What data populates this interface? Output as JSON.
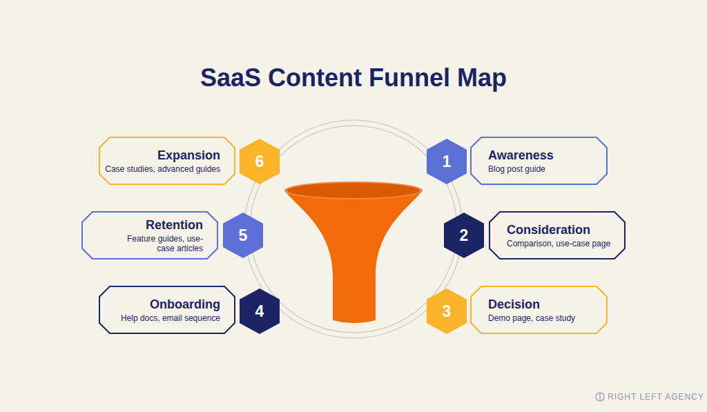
{
  "diagram": {
    "title": "SaaS Content Funnel Map",
    "nodes": [
      {
        "text": [
          "1"
        ]
      },
      {
        "text": [
          "Awareness",
          "Blog post guide"
        ]
      },
      {
        "text": [
          "2"
        ]
      },
      {
        "text": [
          "Consideration",
          "Comparison, use-case page"
        ]
      },
      {
        "text": [
          "3"
        ]
      },
      {
        "text": [
          "Decision",
          "Demo page, case study"
        ]
      },
      {
        "text": [
          "4"
        ]
      },
      {
        "text": [
          "Onboarding",
          "Help docs, email sequence"
        ]
      },
      {
        "text": [
          "5"
        ]
      },
      {
        "text": [
          "Retention",
          "Feature guides, use-case articles"
        ]
      },
      {
        "text": [
          "6"
        ]
      },
      {
        "text": [
          "Expansion",
          "Case studies, advanced guides"
        ]
      }
    ],
    "labels": [
      "RIGHT LEFT AGENCY"
    ]
  }
}
